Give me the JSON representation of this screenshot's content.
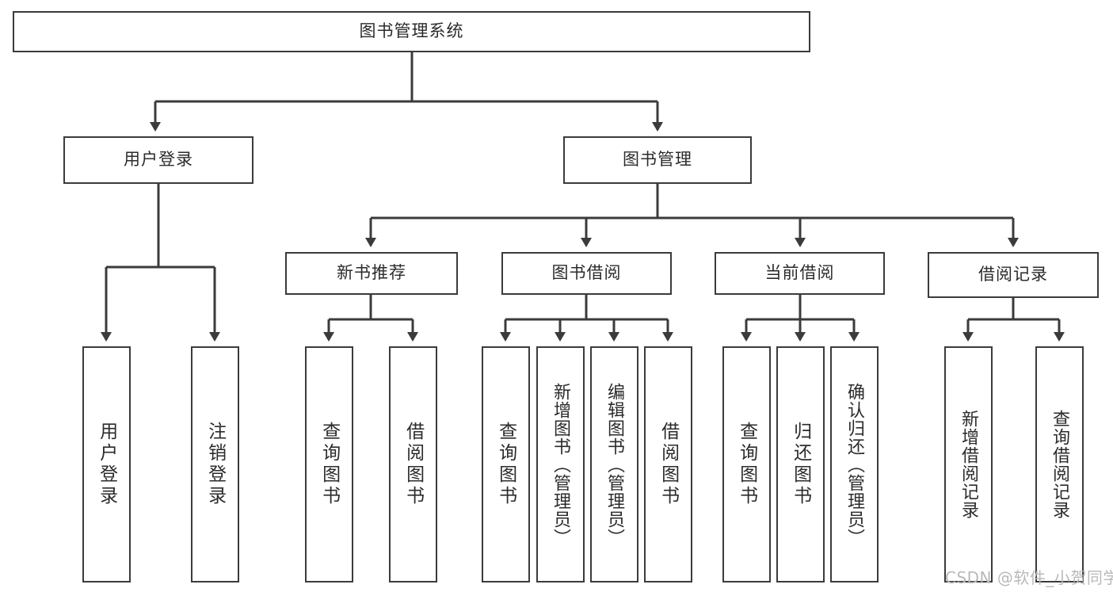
{
  "diagram": {
    "title": "图书管理系统",
    "type": "tree-hierarchy-diagram",
    "colors": {
      "background": "#ffffff",
      "line": "#3b3b3b",
      "box_border": "#3b3b3b",
      "box_fill": "#ffffff",
      "text": "#2b2b2b",
      "watermark": "#b9b9b9"
    }
  },
  "root": {
    "label": "图书管理系统"
  },
  "level2": [
    {
      "label": "用户登录"
    },
    {
      "label": "图书管理"
    }
  ],
  "level3": [
    {
      "label": "新书推荐"
    },
    {
      "label": "图书借阅"
    },
    {
      "label": "当前借阅"
    },
    {
      "label": "借阅记录"
    }
  ],
  "leaves": {
    "user_login": [
      {
        "label": "用户登录"
      },
      {
        "label": "注销登录"
      }
    ],
    "new_book_recommend": [
      {
        "label": "查询图书"
      },
      {
        "label": "借阅图书"
      }
    ],
    "book_borrow": [
      {
        "label": "查询图书"
      },
      {
        "label": "新增图书（管理员）"
      },
      {
        "label": "编辑图书（管理员）"
      },
      {
        "label": "借阅图书"
      }
    ],
    "current_borrow": [
      {
        "label": "查询图书"
      },
      {
        "label": "归还图书"
      },
      {
        "label": "确认归还（管理员）"
      }
    ],
    "borrow_record": [
      {
        "label": "新增借阅记录"
      },
      {
        "label": "查询借阅记录"
      }
    ]
  },
  "watermark": {
    "text": "CSDN @软件_小贺同学"
  }
}
